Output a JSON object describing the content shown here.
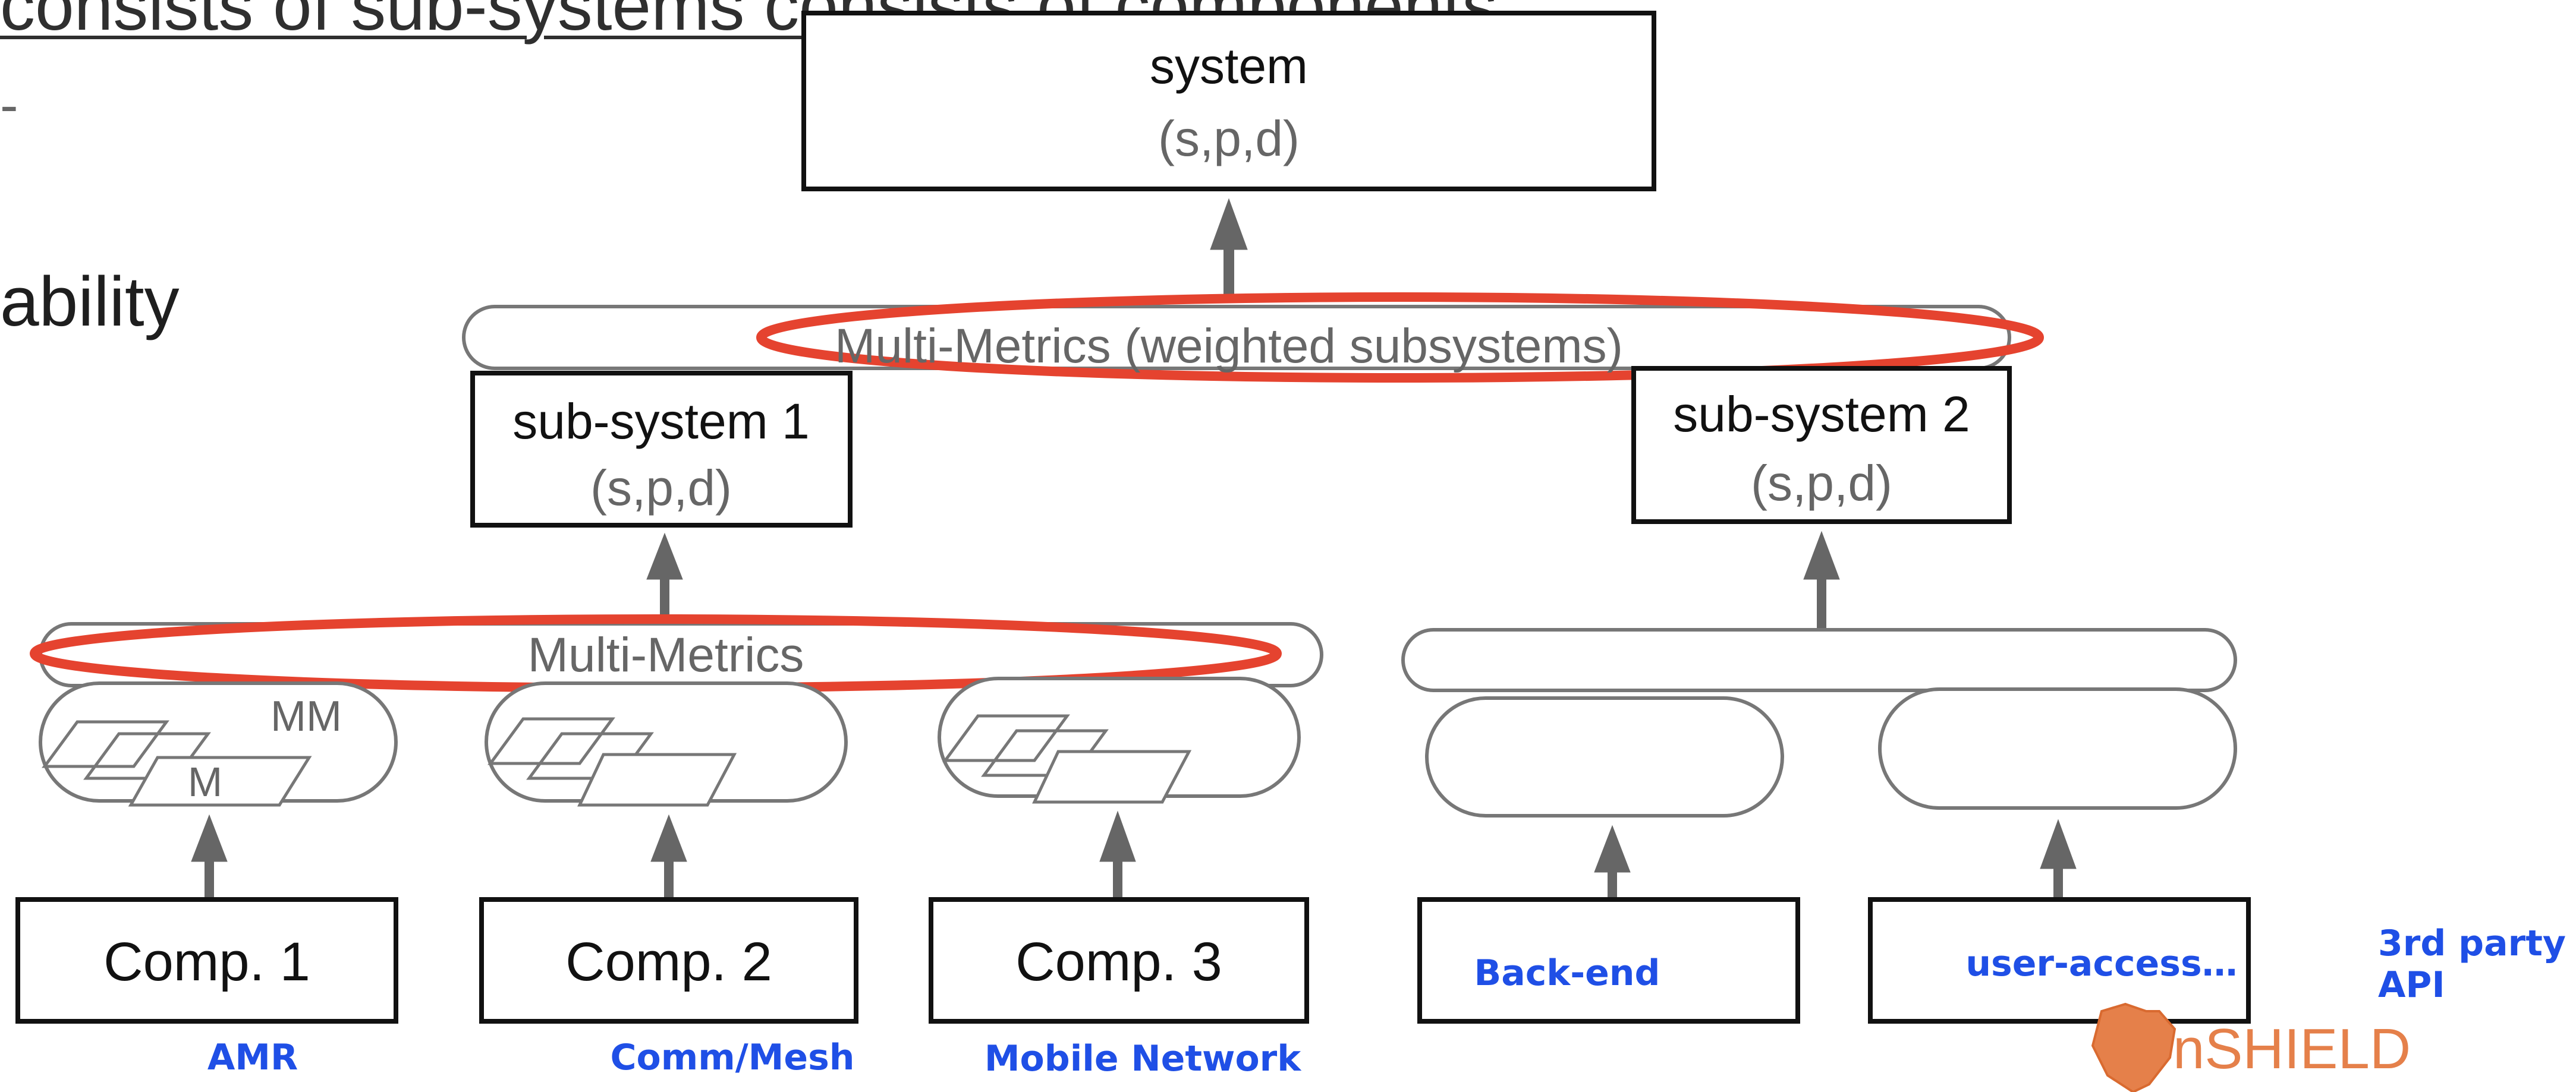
{
  "background": {
    "top_line": "consists of sub-systems consists of components",
    "bullet_fragment": "-",
    "left_fragment": "ability"
  },
  "system": {
    "title": "system",
    "spd": "(s,p,d)"
  },
  "multi_metrics_top": "Multi-Metrics (weighted subsystems)",
  "subsystem1": {
    "title": "sub-system 1",
    "spd": "(s,p,d)"
  },
  "subsystem2": {
    "title": "sub-system 2",
    "spd": "(s,p,d)"
  },
  "multi_metrics_left": "Multi-Metrics",
  "mm_small": {
    "mm": "MM",
    "m": "M"
  },
  "components": {
    "comp1": "Comp. 1",
    "comp2": "Comp. 2",
    "comp3": "Comp. 3"
  },
  "blue_labels": {
    "back_end": "Back-end",
    "user_access": "user-access…",
    "third_party_1": "3rd party",
    "third_party_2": "API",
    "amr": "AMR",
    "comm_mesh": "Comm/Mesh",
    "mobile_network": "Mobile Network"
  },
  "logo": {
    "text": "nSHIELD"
  },
  "colors": {
    "highlight_red": "#e5432f",
    "blue_label": "#1f4fe6",
    "gray_shape": "#7a7a7a",
    "arrow": "#666666",
    "logo_orange": "#e5804a"
  }
}
